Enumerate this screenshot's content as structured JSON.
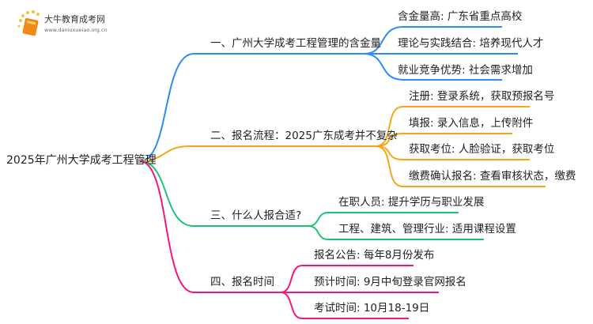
{
  "logo": {
    "name": "大牛教育成考网",
    "url": "www.daniuxueiao.org.cn"
  },
  "root": "2025年广州大学成考工程管理",
  "colors": {
    "b1": "#2b8cf5",
    "b2": "#f5a516",
    "b3": "#1cc47a",
    "b4": "#f4167a"
  },
  "branches": [
    {
      "label": "一、广州大学成考工程管理的含金量",
      "children": [
        "含金量高: 广东省重点高校",
        "理论与实践结合: 培养现代人才",
        "就业竞争优势: 社会需求增加"
      ]
    },
    {
      "label": "二、报名流程：2025广东成考并不复杂",
      "children": [
        "注册: 登录系统，获取预报名号",
        "填报: 录入信息，上传附件",
        "获取考位: 人脸验证，获取考位",
        "缴费确认报名: 查看审核状态，缴费"
      ]
    },
    {
      "label": "三、什么人报合适?",
      "children": [
        "在职人员: 提升学历与职业发展",
        "工程、建筑、管理行业: 适用课程设置"
      ]
    },
    {
      "label": "四、报名时间",
      "children": [
        "报名公告: 每年8月份发布",
        "预计时间: 9月中旬登录官网报名",
        "考试时间: 10月18-19日"
      ]
    }
  ]
}
